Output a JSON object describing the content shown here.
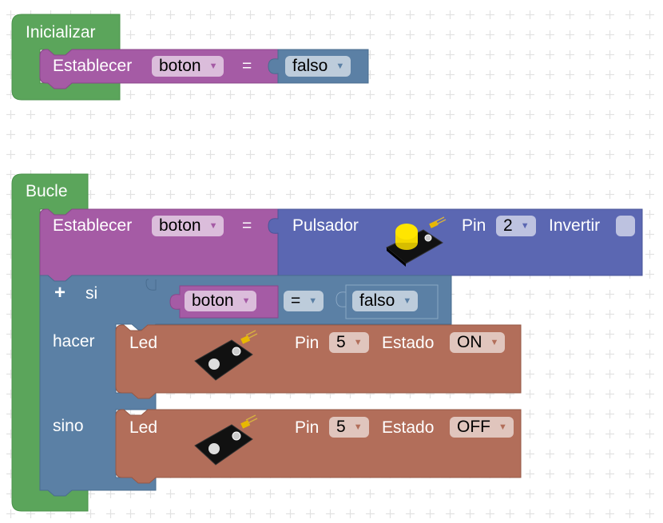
{
  "canvas": {
    "background": "#ffffff",
    "grid": "dotted-cross"
  },
  "colors": {
    "event": "#5ba55b",
    "variable": "#a55ba5",
    "logic": "#5b80a5",
    "sensor": "#5b67b2",
    "actuator": "#b26e5a"
  },
  "init_block": {
    "title": "Inicializar",
    "set": {
      "label": "Establecer",
      "variable": "boton",
      "equals": "=",
      "value": "falso"
    }
  },
  "loop_block": {
    "title": "Bucle",
    "set": {
      "label": "Establecer",
      "variable": "boton",
      "equals": "="
    },
    "button_sensor": {
      "label": "Pulsador",
      "image": "push-button-module",
      "pin_label": "Pin",
      "pin": "2",
      "invert_label": "Invertir",
      "invert_checked": false
    },
    "if_block": {
      "mutator_icon": "plus-icon",
      "if_label": "si",
      "condition": {
        "left": "boton",
        "operator": "=",
        "right": "falso"
      },
      "do_label": "hacer",
      "else_label": "sino",
      "do_led": {
        "label": "Led",
        "image": "led-module",
        "pin_label": "Pin",
        "pin": "5",
        "state_label": "Estado",
        "state": "ON"
      },
      "else_led": {
        "label": "Led",
        "image": "led-module",
        "pin_label": "Pin",
        "pin": "5",
        "state_label": "Estado",
        "state": "OFF"
      }
    }
  }
}
